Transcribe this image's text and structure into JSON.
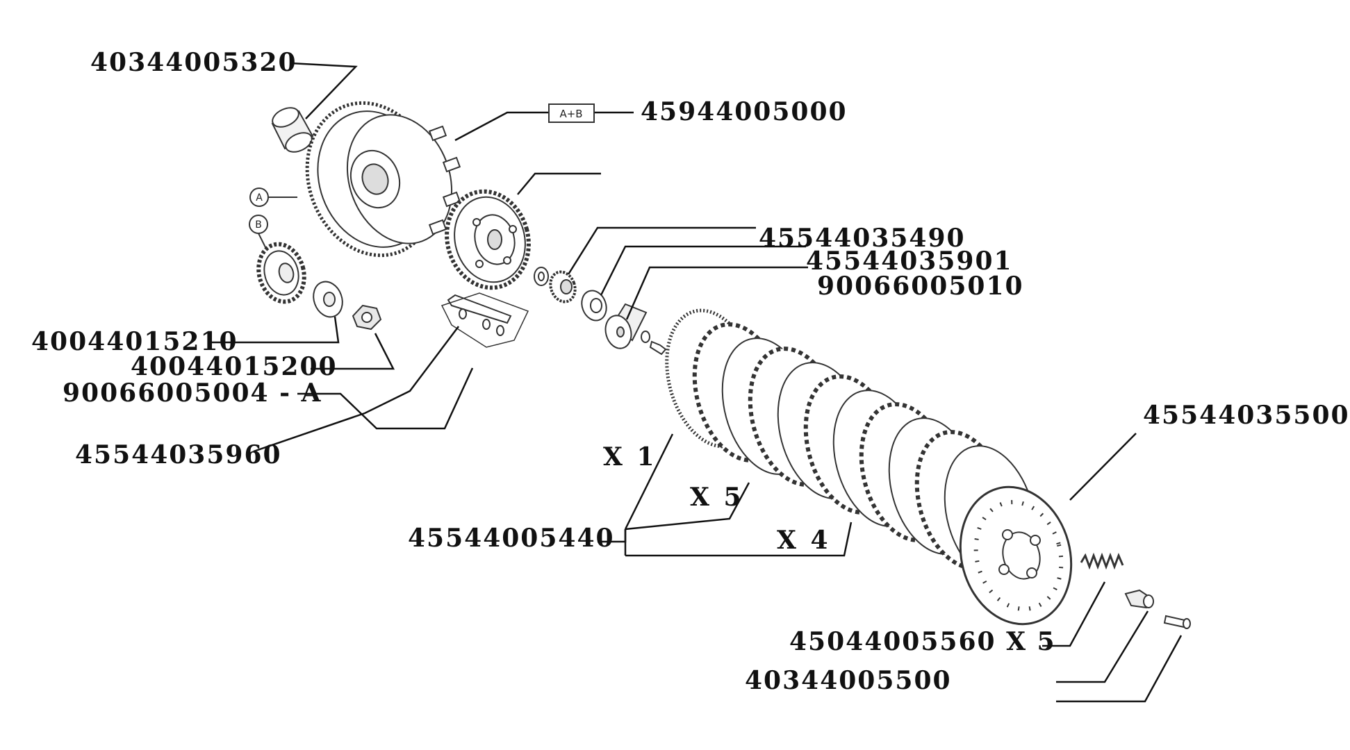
{
  "colors": {
    "line": "#111111",
    "drawing": "#333333",
    "background": "#ffffff"
  },
  "labels": {
    "p40344005320": "40344005320",
    "p45944005000": "45944005000",
    "p45544035490": "45544035490",
    "p45544035901": "45544035901",
    "p90066005010": "90066005010",
    "p40044015210": "40044015210",
    "p40044015200": "40044015200",
    "p90066005004": "90066005004 - A",
    "p45544035960": "45544035960",
    "p45544035500": "45544035500",
    "p45544005440": "45544005440",
    "p45044005560": "45044005560 X 5",
    "p40344005500": "40344005500"
  },
  "quantities": {
    "x1": "X 1",
    "x5": "X 5",
    "x4": "X 4"
  },
  "drawing_tags": {
    "a_plus_b": "A+B",
    "a": "A",
    "b": "B"
  }
}
